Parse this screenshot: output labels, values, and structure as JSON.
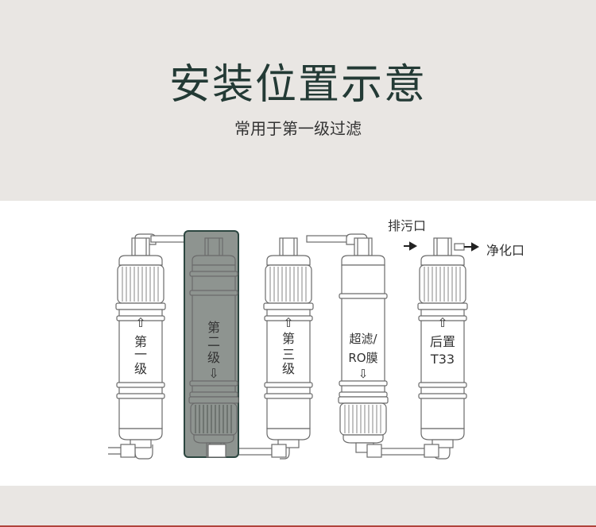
{
  "header": {
    "title": "安装位置示意",
    "subtitle": "常用于第一级过滤"
  },
  "outlets": {
    "drain": "排污口",
    "purified": "净化口"
  },
  "stages": [
    {
      "line1": "第",
      "line2": "一",
      "line3": "级",
      "arrow": "⇧",
      "highlighted": false
    },
    {
      "line1": "第",
      "line2": "二",
      "line3": "级",
      "arrow": "⇩",
      "highlighted": true
    },
    {
      "line1": "第",
      "line2": "三",
      "line3": "级",
      "arrow": "⇧",
      "highlighted": false
    },
    {
      "line1": "超滤/",
      "line2": "RO膜",
      "line3": "",
      "arrow": "⇩",
      "highlighted": false
    },
    {
      "line1": "后置",
      "line2": "T33",
      "line3": "",
      "arrow": "⇧",
      "highlighted": false
    }
  ],
  "colors": {
    "header_bg": "#e9e6e3",
    "title": "#233a35",
    "highlight_fill": "#8e9490",
    "highlight_border": "#2c4640",
    "outline": "#6b6b6b",
    "accent_line": "#b1443c"
  }
}
